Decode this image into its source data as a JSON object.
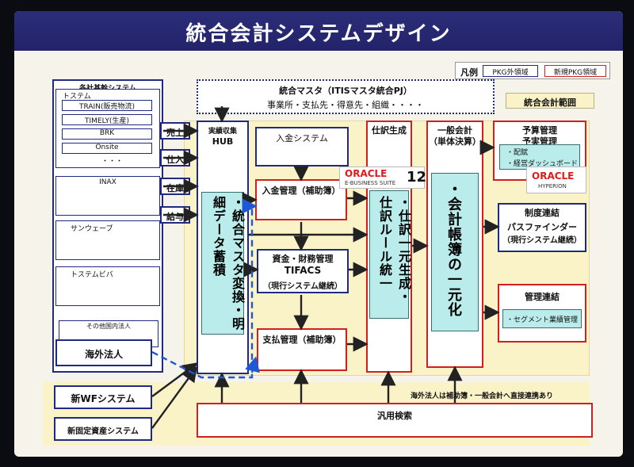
{
  "title": "統合会計システムデザイン",
  "legend": {
    "label": "凡例",
    "pkg_out": "PKG外領域",
    "pkg_new": "新規PKG領域"
  },
  "master": {
    "title": "統合マスタ（ITISマスタ統合PJ）",
    "items": "事業所・支払先・得意先・組織・・・・"
  },
  "scope_label": "統合会計範囲",
  "company_systems": {
    "title": "各社基幹システム",
    "group": "トステム",
    "subitems": [
      "TRAIN(販売物流)",
      "TIMELY(生産)",
      "BRK",
      "Onsite",
      "・・・"
    ],
    "companies": [
      "INAX",
      "サンウェーブ",
      "トステムビバ",
      "その他国内法人"
    ],
    "overseas": "海外法人"
  },
  "flows": [
    "売上",
    "仕入",
    "在庫",
    "給与"
  ],
  "hub": {
    "top": "実績収集",
    "name": "HUB",
    "text": "・統合マスタ変換・明細データ蓄積"
  },
  "receipt_system": "入金システム",
  "receipt_mgmt": "入金管理（補助簿）",
  "funds": {
    "title": "資金・財務管理",
    "name": "TIFACS",
    "note": "（現行システム継続）"
  },
  "payment_mgmt": "支払管理（補助簿）",
  "journal": {
    "title": "仕訳生成",
    "text": "・仕訳一元生成・仕訳ルール統一"
  },
  "general": {
    "title": "一般会計",
    "subtitle": "（単体決算）",
    "text": "・会計帳簿の一元化"
  },
  "oracle_ebs": {
    "brand": "ORACLE",
    "sub": "E-BUSINESS SUITE",
    "ver": "12"
  },
  "budget": {
    "title1": "予算管理",
    "title2": "予実管理",
    "item1": "・配賦",
    "item2": "・経営ダッシュボード"
  },
  "oracle_hyp": {
    "brand": "ORACLE",
    "sub": "HYPERION"
  },
  "consolidation": {
    "title": "制度連結",
    "name": "パスファインダー",
    "note": "（現行システム継続）"
  },
  "mgmt_consolidation": {
    "title": "管理連結",
    "item": "・セグメント業績管理"
  },
  "wf_system": "新WFシステム",
  "fixed_asset": "新固定資産システム",
  "overseas_note": "海外法人は補助簿・一般会計へ直接連携あり",
  "search": "汎用検索"
}
